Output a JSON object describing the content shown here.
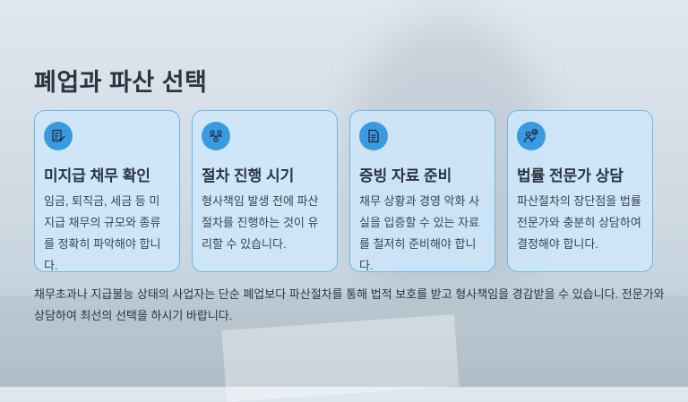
{
  "page": {
    "title": "폐업과 파산 선택"
  },
  "cards": [
    {
      "icon": "document-check-icon",
      "title": "미지급 채무 확인",
      "body": "임금, 퇴직금, 세금 등 미지급 채무의 규모와 종류를 정확히 파악해야 합니다."
    },
    {
      "icon": "process-flow-icon",
      "title": "절차 진행 시기",
      "body": "형사책임 발생 전에 파산절차를 진행하는 것이 유리할 수 있습니다."
    },
    {
      "icon": "file-text-icon",
      "title": "증빙 자료 준비",
      "body": "채무 상황과 경영 악화 사실을 입증할 수 있는 자료를 철저히 준비해야 합니다."
    },
    {
      "icon": "consultation-icon",
      "title": "법률 전문가 상담",
      "body": "파산절차의 장단점을 법률 전문가와 충분히 상담하여 결정해야 합니다."
    }
  ],
  "footer": {
    "text": "채무초과나 지급불능 상태의 사업자는 단순 폐업보다 파산절차를 통해 법적 보호를 받고 형사책임을 경감받을 수 있습니다. 전문가와 상담하여 최선의 선택을 하시기 바랍니다."
  },
  "colors": {
    "accent": "#3a9ae0",
    "card_border": "#6fb4e4",
    "text": "#2b3440"
  }
}
